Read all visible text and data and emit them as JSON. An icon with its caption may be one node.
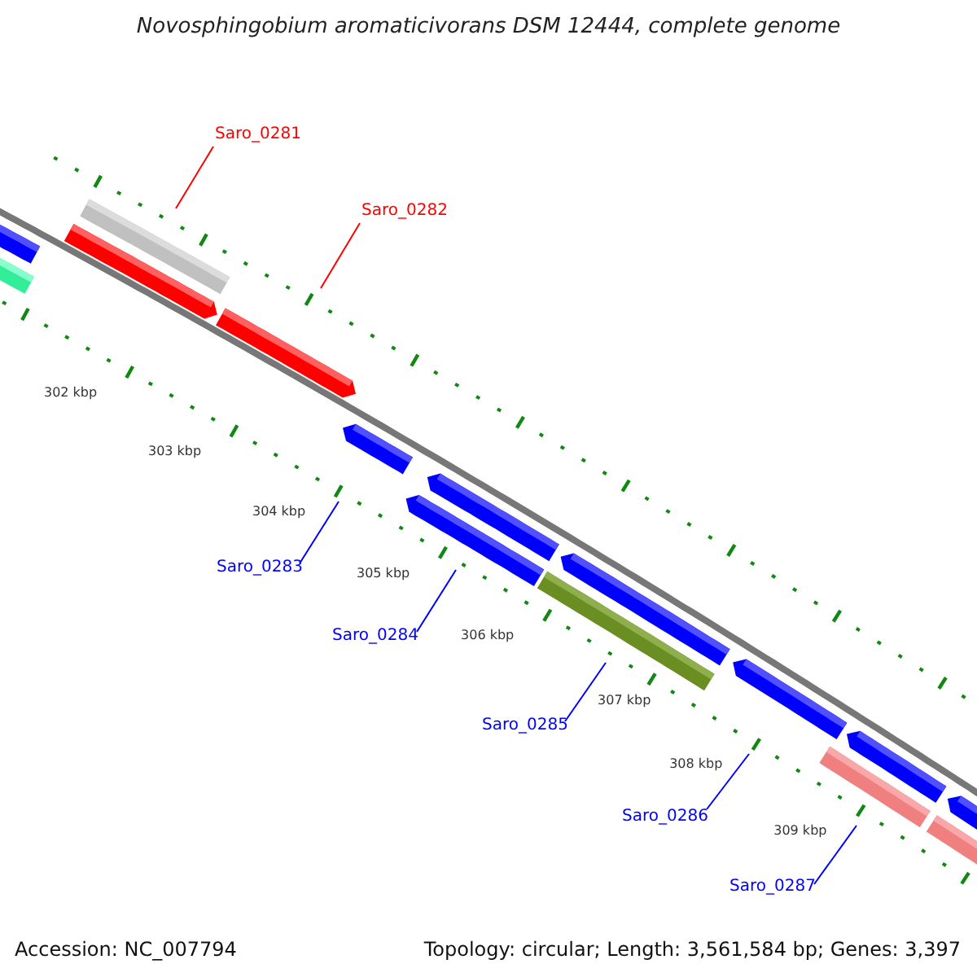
{
  "diagram": {
    "title": "Novosphingobium aromaticivorans DSM 12444, complete genome",
    "nodes": [
      {
        "text": [
          "Saro_0281"
        ]
      },
      {
        "text": [
          "Saro_0282"
        ]
      },
      {
        "text": [
          "Saro_0283"
        ]
      },
      {
        "text": [
          "Saro_0284"
        ]
      },
      {
        "text": [
          "Saro_0285"
        ]
      },
      {
        "text": [
          "Saro_0286"
        ]
      },
      {
        "text": [
          "Saro_0287"
        ]
      }
    ],
    "edges": [
      {
        "from": 0,
        "to": null,
        "arrow": "none",
        "color": "#ff0000"
      },
      {
        "from": 1,
        "to": null,
        "arrow": "none",
        "color": "#ff0000"
      },
      {
        "from": 2,
        "to": null,
        "arrow": "none"
      },
      {
        "from": 3,
        "to": null,
        "arrow": "none"
      },
      {
        "from": 4,
        "to": null,
        "arrow": "none"
      },
      {
        "from": 5,
        "to": null,
        "arrow": "none"
      },
      {
        "from": 6,
        "to": null,
        "arrow": "none"
      }
    ],
    "labels": [
      "302 kbp",
      "303 kbp",
      "304 kbp",
      "305 kbp",
      "306 kbp",
      "307 kbp",
      "308 kbp",
      "309 kbp",
      "Accession: NC_007794",
      "Topology: circular; Length: 3,561,584 bp; Genes: 3,397"
    ]
  }
}
